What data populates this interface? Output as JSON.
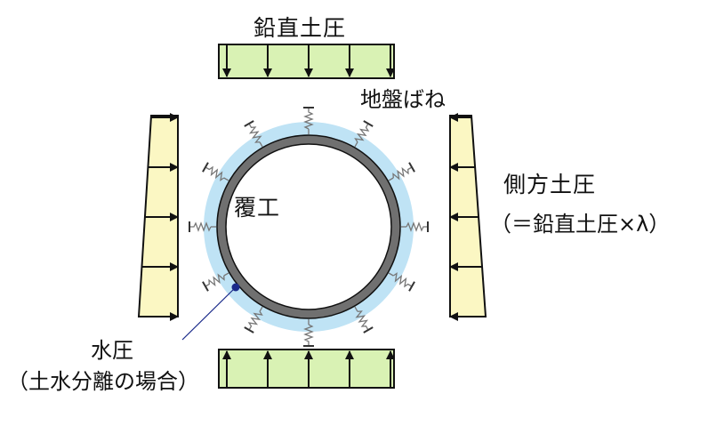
{
  "labels": {
    "vertical_earth_pressure": "鉛直土圧",
    "ground_spring": "地盤ばね",
    "lateral_earth_pressure": "側方土圧",
    "lateral_formula": "（＝鉛直土圧×λ）",
    "lining": "覆工",
    "water_pressure": "水圧",
    "water_pressure_note": "（土水分離の場合）"
  },
  "colors": {
    "vertical_load_fill": "#d9f2b4",
    "lateral_load_fill": "#fbf7c3",
    "water_zone": "#bfe3f5",
    "lining_ring": "#707070",
    "ink": "#111111",
    "pointer_dot": "#1a2a8a"
  },
  "icons": {
    "load_arrow": "arrow-icon",
    "spring": "spring-icon"
  }
}
